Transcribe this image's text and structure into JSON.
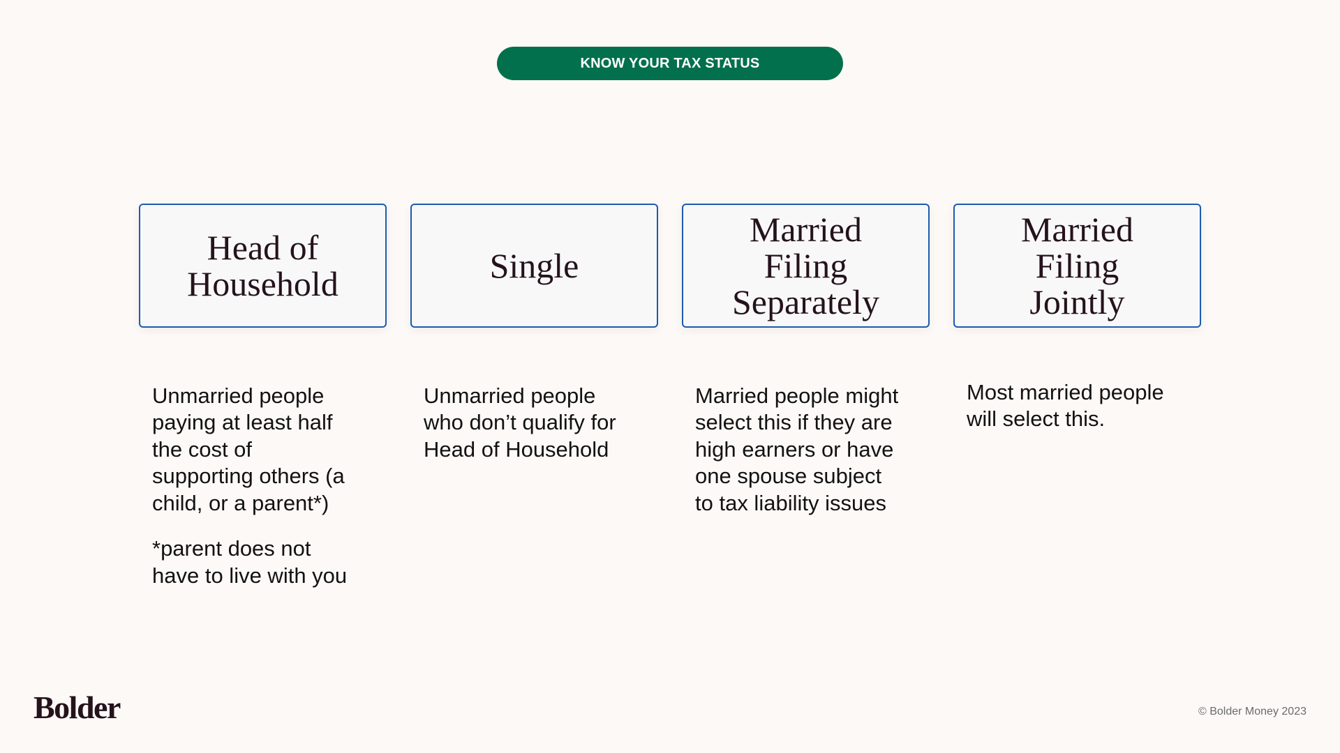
{
  "header": {
    "label": "KNOW YOUR TAX STATUS",
    "color": "#02704c"
  },
  "statuses": [
    {
      "title": "Head of\nHousehold",
      "description": "Unmarried people\npaying at least half\nthe cost of\nsupporting others (a\nchild, or a parent*)",
      "note": "*parent does not\nhave to live with you"
    },
    {
      "title": "Single",
      "description": "Unmarried people\nwho don’t qualify for\nHead of Household"
    },
    {
      "title": "Married\nFiling\nSeparately",
      "description": "Married people might\nselect this if they are\nhigh earners or have\none spouse subject\nto tax liability issues"
    },
    {
      "title": "Married\nFiling\nJointly",
      "description": "Most married people\nwill select this."
    }
  ],
  "footer": {
    "logo": "Bolder",
    "copyright": "© Bolder Money 2023"
  },
  "colors": {
    "background": "#fdf9f6",
    "card_border": "#1c5bb0",
    "card_fill": "#f8f8f8",
    "title_text": "#24121c"
  }
}
